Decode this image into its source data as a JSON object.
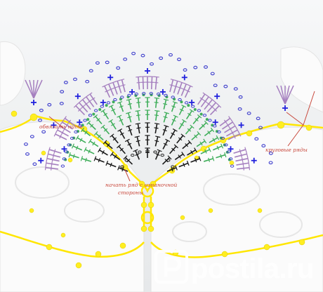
{
  "annotations": {
    "tie_thread": "обвязать нить",
    "start_row_line1": "начать ряд с изнаночной",
    "start_row_line2": "стороны",
    "round_rows": "круговые ряды"
  },
  "watermark": {
    "brand": "postila.ru",
    "logo_icon": "postila-p-logo"
  },
  "colors": {
    "fill_yellow": "#ffee22",
    "outline_yellow": "#ffe600",
    "chain_blue": "#3d3dcc",
    "cross_blue": "#2222dd",
    "stitch_purple": "#a57fbf",
    "stitch_green": "#3fae5a",
    "stitch_black": "#1a1a1a",
    "annotation_red": "#c8483c",
    "lace_white": "#fdfdfd"
  }
}
